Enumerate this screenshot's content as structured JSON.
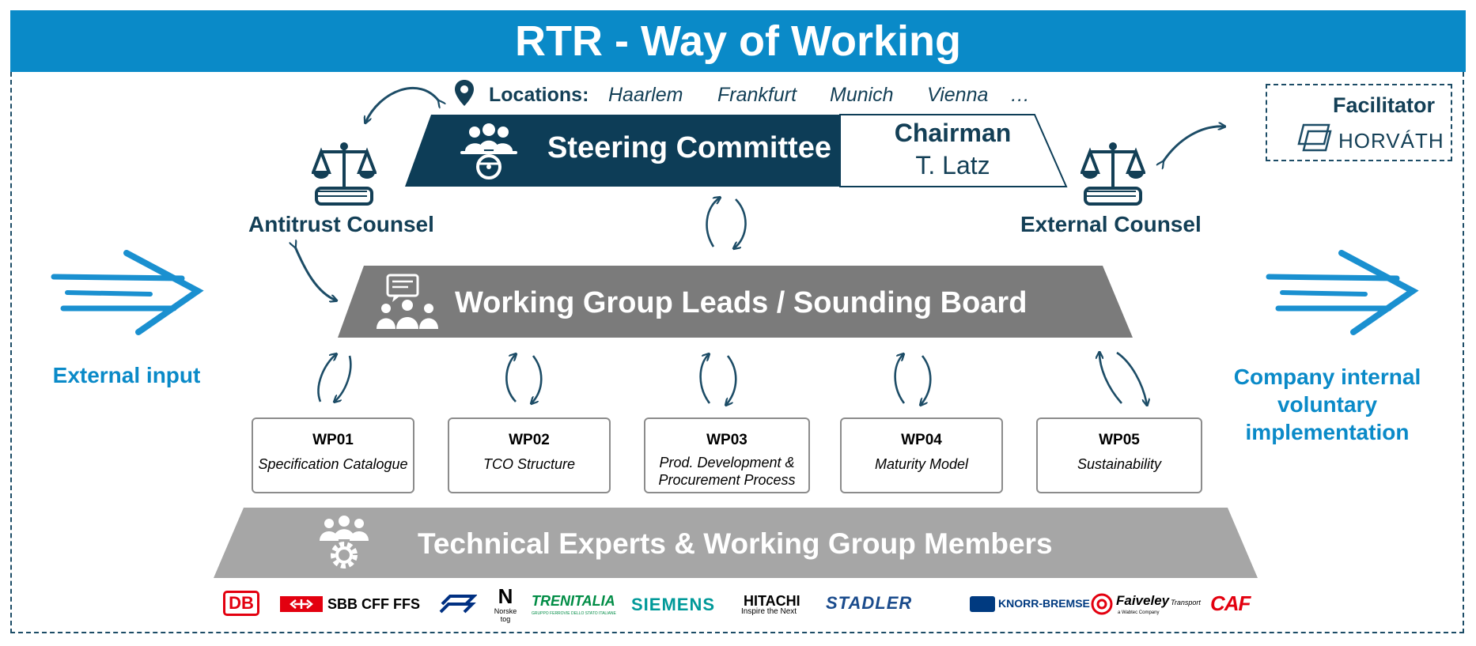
{
  "title": "RTR - Way of Working",
  "locations": {
    "label": "Locations:",
    "cities": [
      "Haarlem",
      "Frankfurt",
      "Munich",
      "Vienna",
      "…"
    ]
  },
  "steering": {
    "label": "Steering Committee",
    "chairman_title": "Chairman",
    "chairman_name": "T. Latz"
  },
  "antitrust_counsel": "Antitrust Counsel",
  "external_counsel": "External Counsel",
  "facilitator": {
    "label": "Facilitator",
    "company": "HORVÁTH"
  },
  "working_group_label": "Working Group Leads / Sounding Board",
  "external_input": "External input",
  "company_internal": [
    "Company internal",
    "voluntary",
    "implementation"
  ],
  "work_packages": [
    {
      "id": "WP01",
      "name": "Specification Catalogue"
    },
    {
      "id": "WP02",
      "name": "TCO Structure"
    },
    {
      "id": "WP03",
      "name": "Prod. Development & Procurement Process"
    },
    {
      "id": "WP04",
      "name": "Maturity Model"
    },
    {
      "id": "WP05",
      "name": "Sustainability"
    }
  ],
  "technical_experts_label": "Technical Experts & Working Group Members",
  "logos": {
    "db": "DB",
    "sbb": "SBB CFF FFS",
    "ns": "NS",
    "norske_tog": "Norske tog",
    "trenitalia": "TRENITALIA",
    "trenitalia_sub": "GRUPPO FERROVIE DELLO STATO ITALIANE",
    "siemens": "SIEMENS",
    "hitachi": "HITACHI",
    "hitachi_tag": "Inspire the Next",
    "stadler": "STADLER",
    "knorr": "KNORR-BREMSE",
    "faiveley": "Faiveley",
    "faiveley_transport": "Transport",
    "faiveley_sub": "a Wabtec Company",
    "caf": "CAF"
  },
  "colors": {
    "title_blue": "#0a8ac8",
    "navy": "#133f56",
    "dark_grey": "#7a7a7a",
    "light_grey": "#a6a6a6",
    "accent_blue": "#0a8ac8"
  }
}
